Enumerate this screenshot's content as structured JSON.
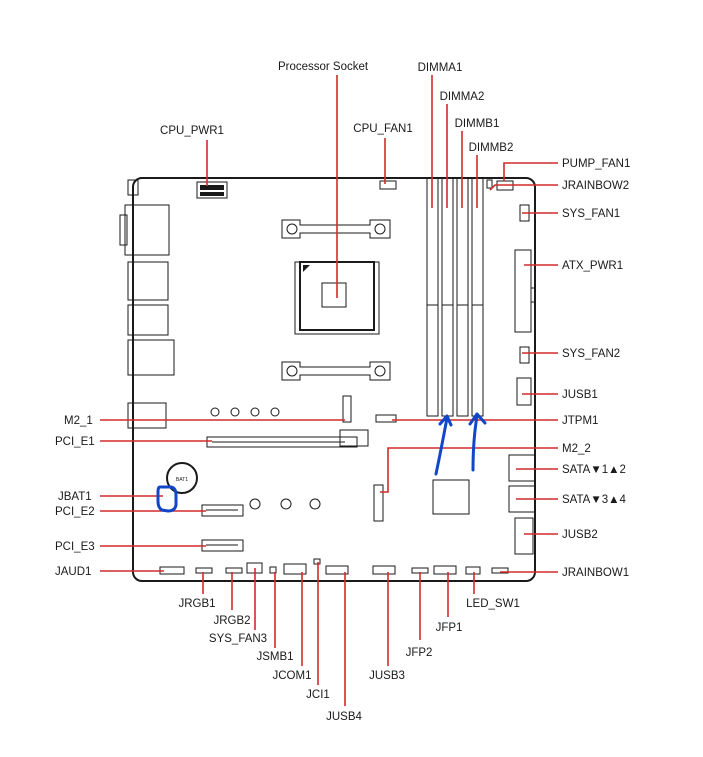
{
  "labels": {
    "processor_socket": "Processor Socket",
    "dimma1": "DIMMA1",
    "dimma2": "DIMMA2",
    "dimmb1": "DIMMB1",
    "dimmb2": "DIMMB2",
    "cpu_pwr1": "CPU_PWR1",
    "cpu_fan1": "CPU_FAN1",
    "pump_fan1": "PUMP_FAN1",
    "jrainbow2": "JRAINBOW2",
    "sys_fan1": "SYS_FAN1",
    "atx_pwr1": "ATX_PWR1",
    "sys_fan2": "SYS_FAN2",
    "jusb1": "JUSB1",
    "jtpm1": "JTPM1",
    "m2_1": "M2_1",
    "pci_e1": "PCI_E1",
    "m2_2": "M2_2",
    "sata12": "SATA▼1▲2",
    "sata34": "SATA▼3▲4",
    "jbat1": "JBAT1",
    "pci_e2": "PCI_E2",
    "jusb2": "JUSB2",
    "pci_e3": "PCI_E3",
    "jaud1": "JAUD1",
    "jrainbow1": "JRAINBOW1",
    "jrgb1": "JRGB1",
    "jrgb2": "JRGB2",
    "sys_fan3": "SYS_FAN3",
    "jsmb1": "JSMB1",
    "jcom1": "JCOM1",
    "jci1": "JCI1",
    "jusb4": "JUSB4",
    "jusb3": "JUSB3",
    "jfp2": "JFP2",
    "jfp1": "JFP1",
    "led_sw1": "LED_SW1",
    "bat1": "BAT1"
  },
  "colors": {
    "leader_line": "#d42a2a",
    "annotation": "#1146c8",
    "board": "#1a1a1a"
  }
}
